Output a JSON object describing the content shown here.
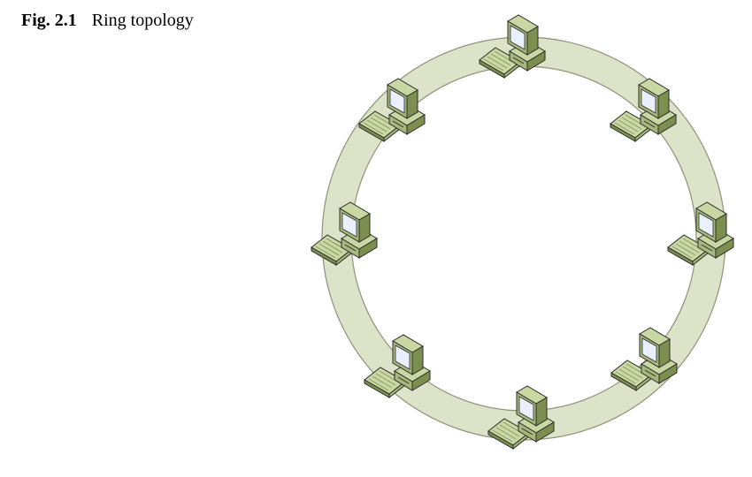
{
  "figure": {
    "label": "Fig. 2.1",
    "title": "Ring topology"
  },
  "diagram": {
    "type": "ring-network",
    "node_count": 8,
    "node_icon": "desktop-computer-icon",
    "colors": {
      "ring_fill": "#dde3c9",
      "ring_stroke": "#8d9279",
      "computer_light": "#c9d7a3",
      "computer_mid": "#a7b87a",
      "computer_dark": "#7d8f4f",
      "screen": "#eaf0ff",
      "outline": "#2c2c2c"
    }
  }
}
